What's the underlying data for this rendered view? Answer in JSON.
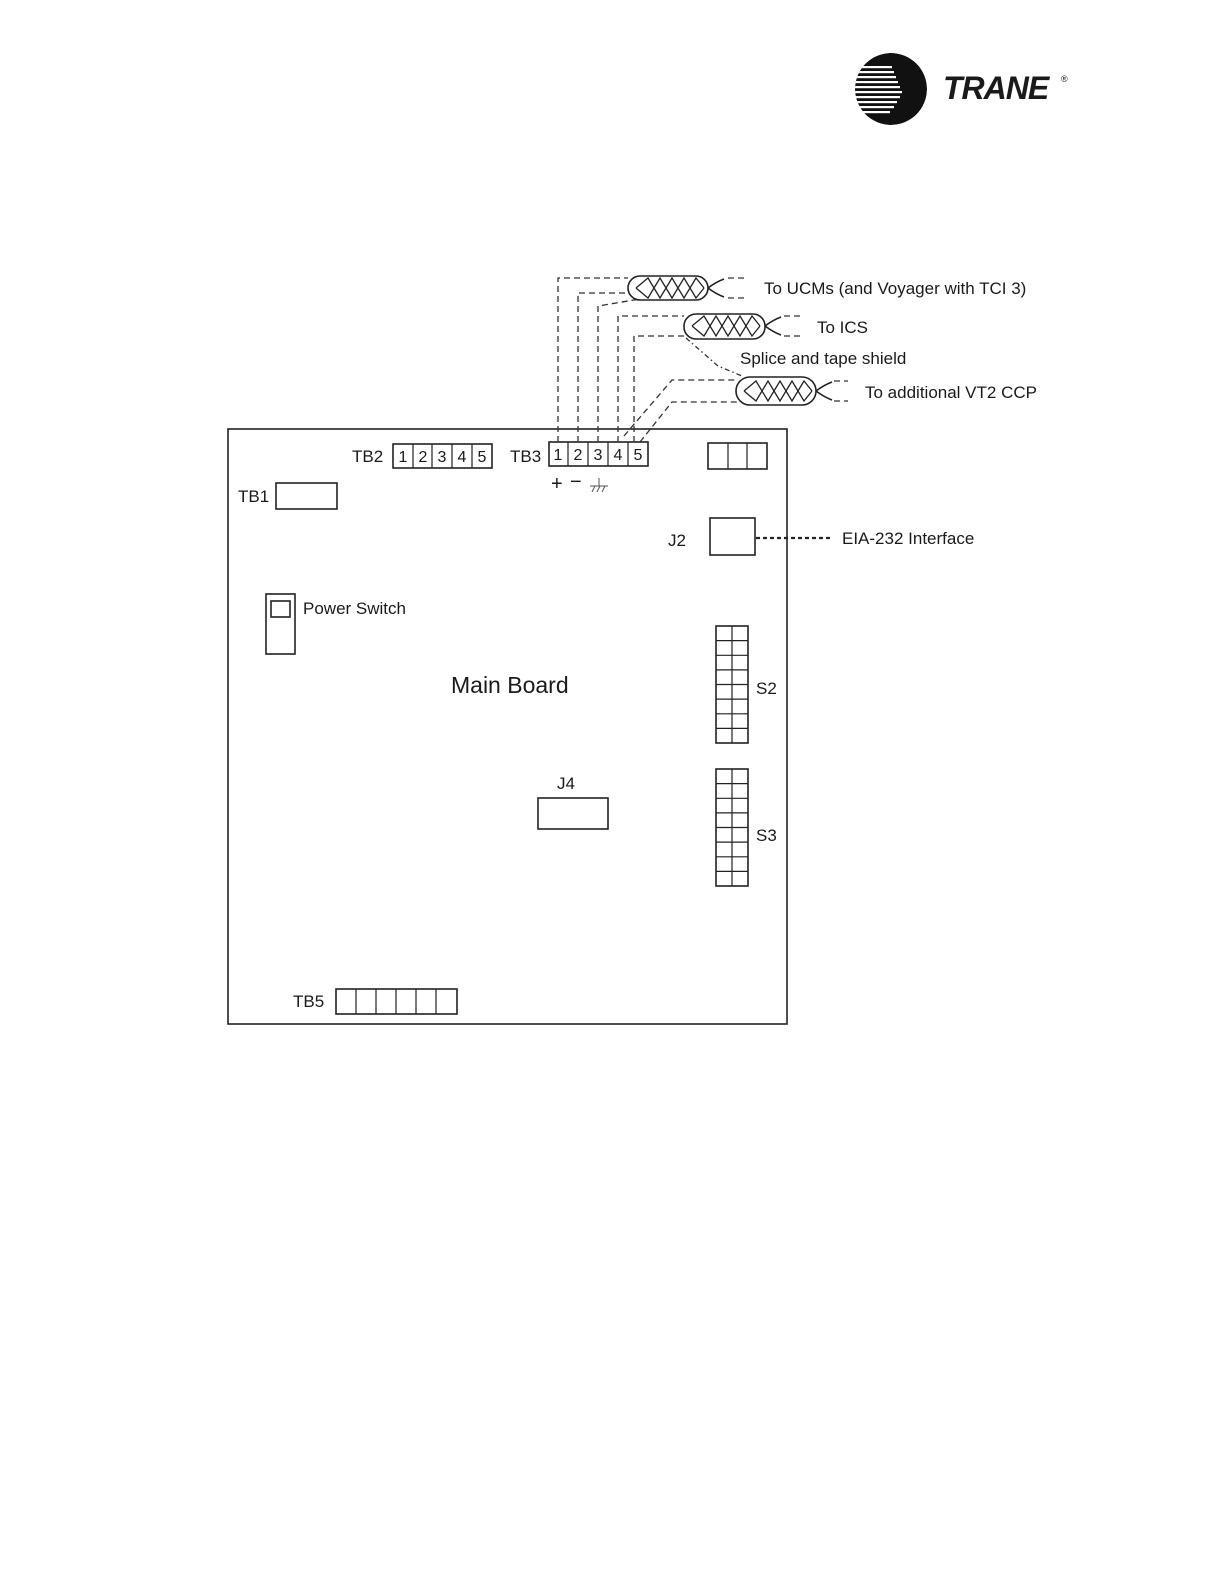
{
  "brand": {
    "name": "TRANE",
    "registered": "®",
    "accent": "#111111"
  },
  "board": {
    "title": "Main Board",
    "tb1": "TB1",
    "tb2": {
      "label": "TB2",
      "terminals": [
        "1",
        "2",
        "3",
        "4",
        "5"
      ]
    },
    "tb3": {
      "label": "TB3",
      "terminals": [
        "1",
        "2",
        "3",
        "4",
        "5"
      ],
      "polarity_plus": "+",
      "polarity_minus": "−"
    },
    "tb5": "TB5",
    "j2": "J2",
    "j4": "J4",
    "s2": "S2",
    "s3": "S3",
    "power_switch": "Power Switch"
  },
  "annotations": {
    "to_ucms": "To UCMs (and Voyager with TCI 3)",
    "to_ics": "To ICS",
    "splice": "Splice and tape shield",
    "to_vt2": "To additional VT2 CCP",
    "eia232": "EIA-232 Interface"
  }
}
